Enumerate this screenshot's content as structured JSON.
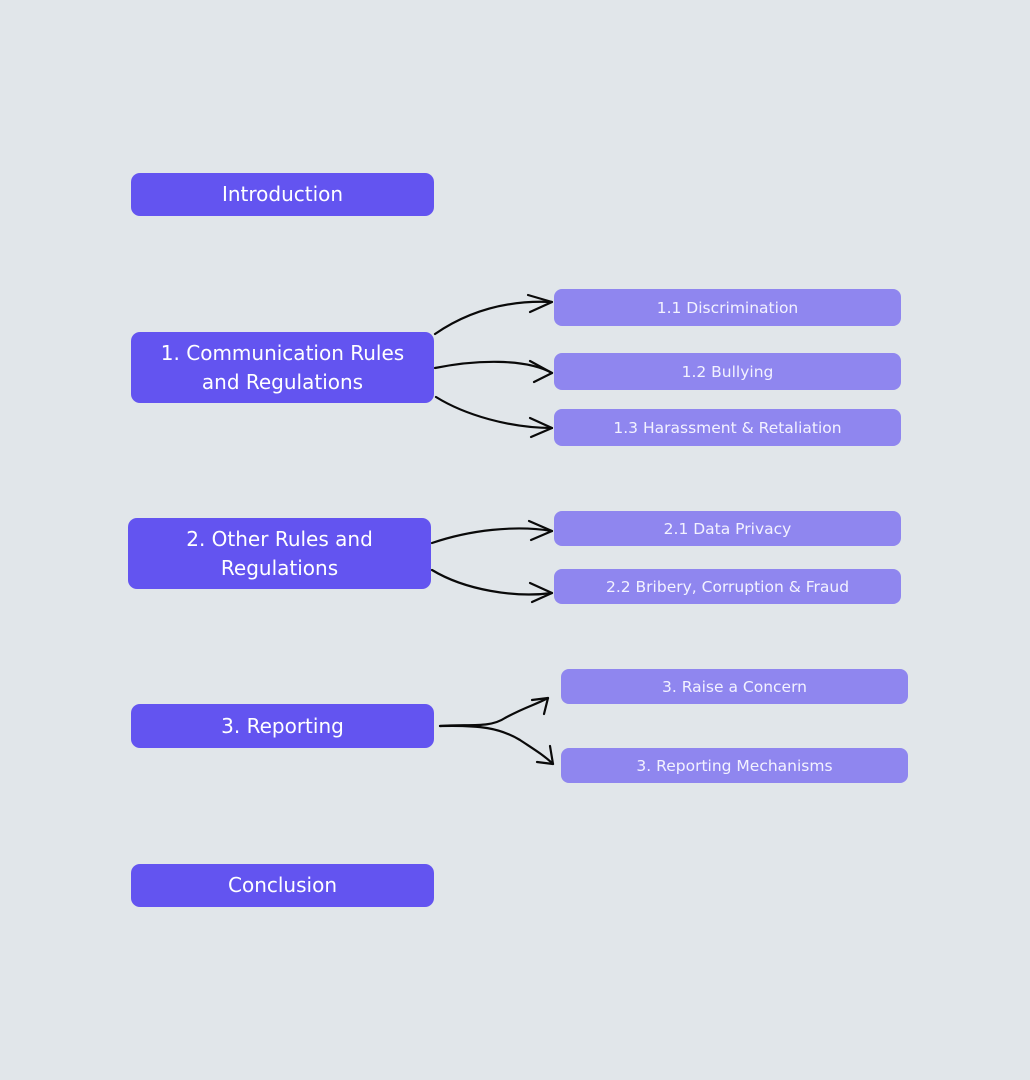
{
  "sections": {
    "introduction": "Introduction",
    "communication": "1. Communication Rules and Regulations",
    "other": "2. Other Rules and Regulations",
    "reporting": "3. Reporting",
    "conclusion": "Conclusion"
  },
  "subsections": {
    "discrimination": "1.1 Discrimination",
    "bullying": "1.2 Bullying",
    "harassment": "1.3 Harassment & Retaliation",
    "data_privacy": "2.1 Data Privacy",
    "bribery": "2.2 Bribery, Corruption & Fraud",
    "raise_concern": "3. Raise a Concern",
    "reporting_mechanisms": "3. Reporting Mechanisms"
  },
  "colors": {
    "background": "#e1e6ea",
    "main_box": "#6354f0",
    "sub_box": "#8f86ef",
    "arrow": "#0a0a0a"
  }
}
